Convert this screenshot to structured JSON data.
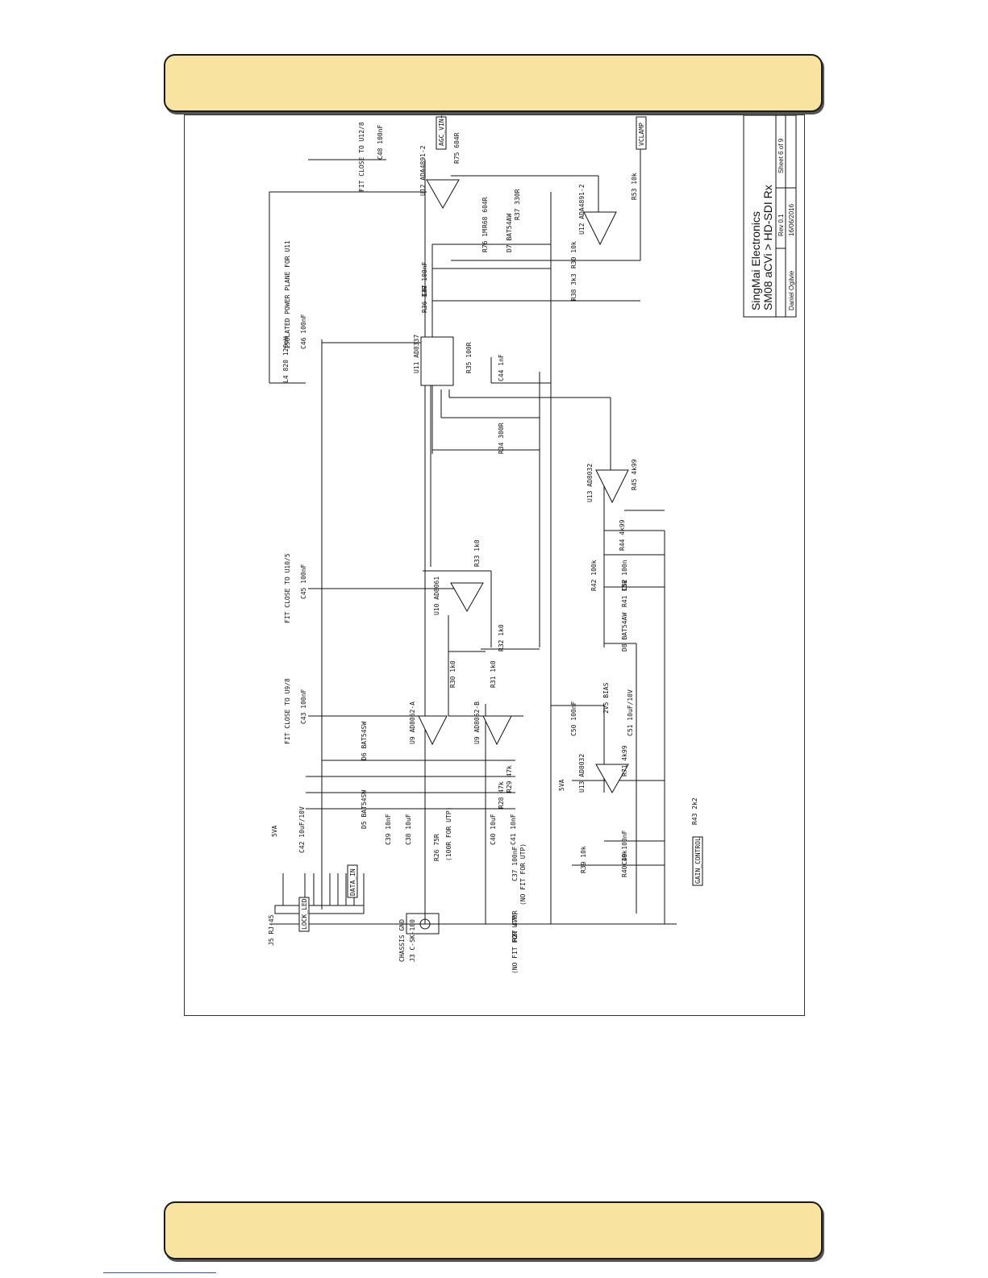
{
  "title_block": {
    "company": "SingMai Electronics",
    "project": "SM08 aCVi > HD-SDI Rx",
    "sheet": "Sheet 6 of 9",
    "rev": "Rev 0.1",
    "date": "16/06/2016",
    "author": "Daniel Ogilvie"
  },
  "nets": {
    "agc_vin": "AGC_VIN+",
    "vclamp": "VCLAMP",
    "lock_led": "LOCK_LED",
    "data_in": "DATA_IN",
    "gain_control": "GAIN_CONTROL",
    "bias": "2V5 BIAS",
    "supply_a": "5VA",
    "supply_b": "5VA",
    "supply_c": "5VA"
  },
  "notes": {
    "fit_u12": "FIT CLOSE TO U12/8",
    "fit_u10": "FIT CLOSE TO U10/5",
    "fit_u9": "FIT CLOSE TO U9/8",
    "isolated": "ISOLATED POWER PLANE FOR U11",
    "utp1": "(100R FOR UTP)",
    "utp2": "(NO FIT FOR UTP)",
    "utp3": "(NO FIT FOR UTP)",
    "chassis": "CHASSIS GND"
  },
  "components": {
    "u12a": "U12 ADA4891-2",
    "u12b": "U12 ADA4891-2",
    "u11": "U11 AD8337",
    "u10": "U10 AD8061",
    "u9a": "U9 AD8062-A",
    "u9b": "U9 AD8062-B",
    "u13a": "U13 AD8032",
    "u13b": "U13 AD8032",
    "j5": "J5 RJ-45",
    "j3": "J3 C-SK-100",
    "l4": "L4 820 120nH",
    "c48": "C48 100nF",
    "r75": "R75 604R",
    "r68": "R68 604R",
    "r76": "R76 1M",
    "r37": "R37 330R",
    "d7": "D7 BAT54AW",
    "r53": "R53 10k",
    "r30a": "R30 10k",
    "r38": "R38 3k3",
    "c47": "C47 100nF",
    "r36": "R36 33R",
    "c46": "C46 100nF",
    "r35": "R35 100R",
    "c44": "C44 1nF",
    "r34": "R34 300R",
    "r45": "R45 4k99",
    "r44": "R44 4k99",
    "r42": "R42 100k",
    "c52": "C52 100n",
    "r41": "R41 10k",
    "d8": "D8 BAT54AW",
    "r33": "R33 1k0",
    "c45": "C45 100nF",
    "r32": "R32 1k0",
    "r30": "R30 1k0",
    "r31": "R31 1k0",
    "c43": "C43 100nF",
    "c50": "C50 100nF",
    "c51": "C51 10uF/10V",
    "r71": "R71 4k99",
    "d6": "D6 BAT54SW",
    "d5": "D5 BAT54SW",
    "r29": "R29 47k",
    "r28": "R28 47k",
    "c42": "C42 10uF/10V",
    "c39": "C39 10nF",
    "c38": "C38 10uF",
    "c40": "C40 10uF",
    "c41": "C41 10nF",
    "r26": "R26 75R",
    "c37": "C37 100nF",
    "r43": "R43 2k2",
    "c49": "C49 100nF",
    "r39": "R39 10k",
    "r40": "R40 10k",
    "r27": "R27 470R"
  }
}
